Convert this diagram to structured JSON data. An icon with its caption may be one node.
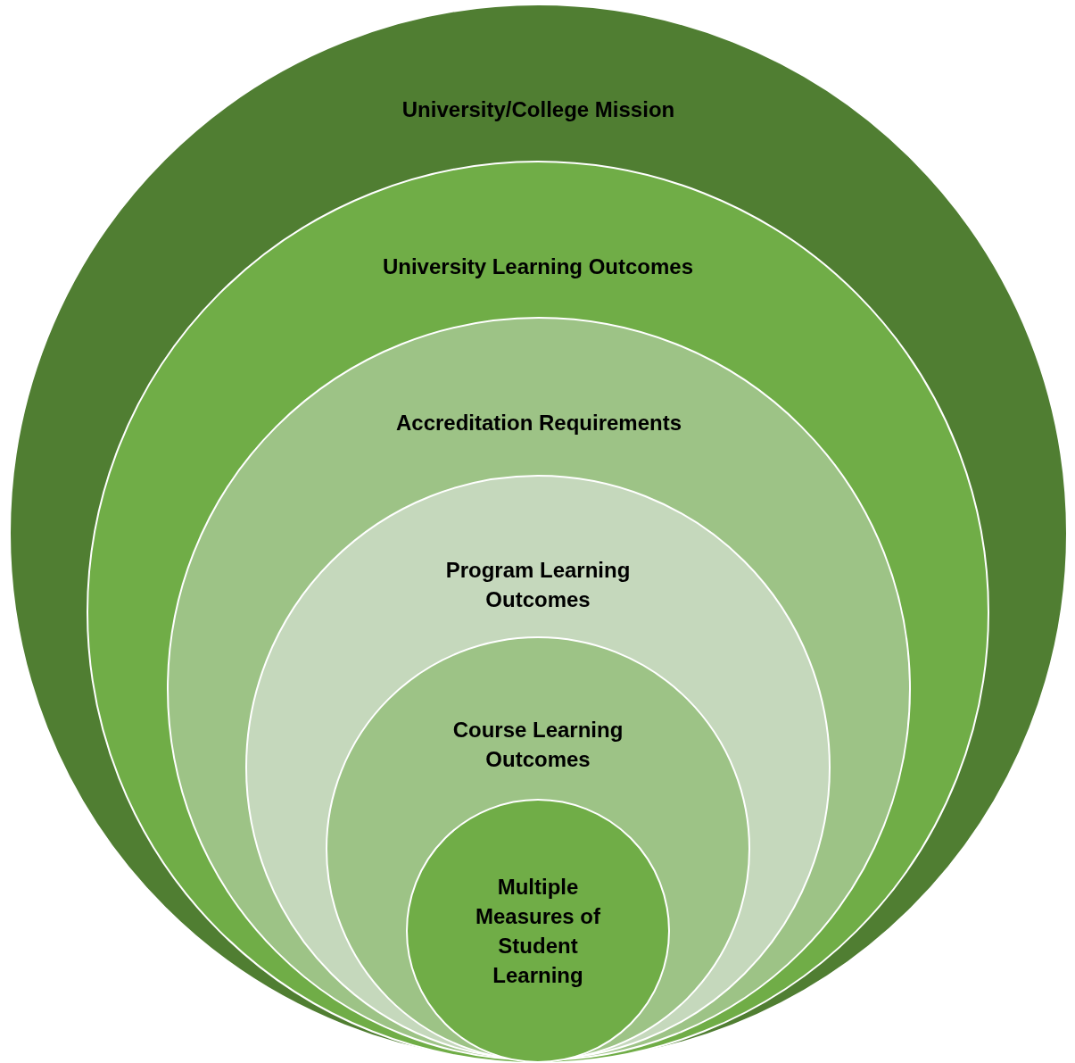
{
  "diagram": {
    "nodes": [
      {
        "text": [
          "University/College Mission"
        ]
      },
      {
        "text": [
          "University Learning Outcomes"
        ],
        "in": 0
      },
      {
        "text": [
          "Accreditation Requirements"
        ],
        "in": 1
      },
      {
        "text": [
          "Program Learning Outcomes"
        ],
        "in": 2
      },
      {
        "text": [
          "Course Learning Outcomes"
        ],
        "in": 3
      },
      {
        "text": [
          "Multiple Measures of Student Learning"
        ],
        "in": 4
      }
    ]
  }
}
